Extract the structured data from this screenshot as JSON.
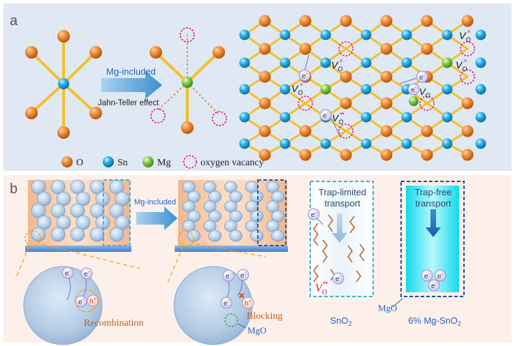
{
  "panel_a": {
    "label": "a",
    "arrow_label": "Mg-included",
    "effect_label": "Jahn-Teller effect",
    "legend": {
      "o": "O",
      "sn": "Sn",
      "mg": "Mg",
      "vacancy": "oxygen vacancy"
    },
    "vacancy_symbol": "V",
    "vacancy_sub": "O",
    "vacancy_sup_x": "×",
    "vacancy_sup_dots": "••",
    "electron": "e",
    "electron_sup": "-"
  },
  "panel_b": {
    "label": "b",
    "arrow_label": "Mg-included",
    "hole": "h",
    "hole_sup": "+",
    "recombination": "Recombination",
    "blocking": "Blocking",
    "mgo": "MgO",
    "blocked_mark": "×",
    "trap_limited_1": "Trap-limited",
    "trap_limited_2": "transport",
    "trap_free_1": "Trap-free",
    "trap_free_2": "transport",
    "sno2_base": "SnO",
    "sno2_sub": "2",
    "mg_sno2_base": "6% Mg-SnO",
    "mg_sno2_sub": "2"
  },
  "colors": {
    "panel_a_bg": "#dfe8f3",
    "panel_b_bg": "#fdf0ea",
    "oxygen": "#e07b2a",
    "tin": "#1ea7e0",
    "magnesium": "#7cc243",
    "bond": "#f2c02a",
    "vacancy": "#e0196b",
    "arrow": "#5aa7dc",
    "trap": "#b4622a",
    "electron": "#8d7fc7"
  }
}
